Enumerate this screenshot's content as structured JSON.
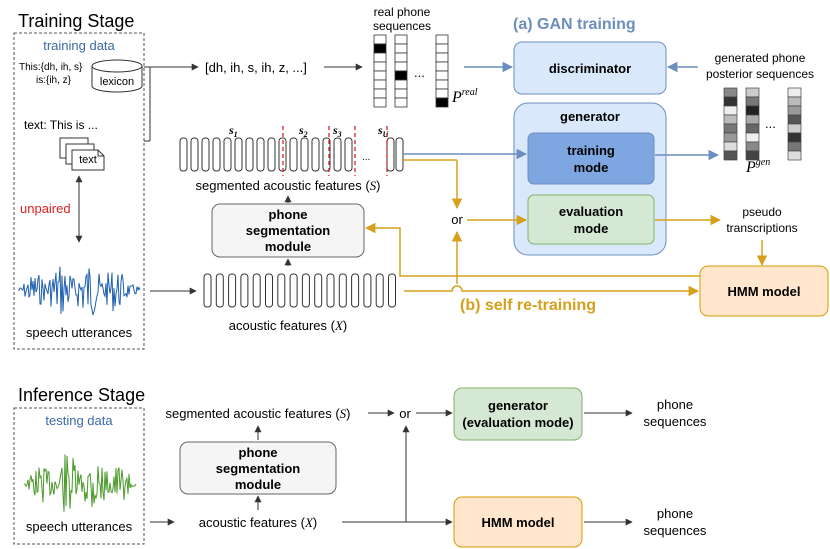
{
  "training": {
    "stage_title": "Training Stage",
    "data_label": "training data",
    "lexicon_line1": "This:{dh, ih, s}",
    "lexicon_line2": "is:{ih, z}",
    "lexicon_label": "lexicon",
    "phone_list": "[dh, ih, s, ih, z, ...]",
    "text_line": "text: This is ...",
    "doc_label": "text",
    "unpaired": "unpaired",
    "speech": "speech utterances",
    "real_title_1": "real phone",
    "real_title_2": "sequences",
    "p_real_base": "P",
    "p_real_sup": "real",
    "gan_title": "(a) GAN training",
    "discriminator": "discriminator",
    "generated_1": "generated phone",
    "generated_2": "posterior sequences",
    "p_gen_base": "P",
    "p_gen_sup": "gen",
    "generator": "generator",
    "training_mode_1": "training",
    "training_mode_2": "mode",
    "eval_mode_1": "evaluation",
    "eval_mode_2": "mode",
    "pseudo_1": "pseudo",
    "pseudo_2": "transcriptions",
    "seg_labels": [
      "s",
      "s",
      "s",
      "s"
    ],
    "seg_subs": [
      "1",
      "2",
      "3",
      "U"
    ],
    "seg_features_text": "segmented acoustic features (",
    "seg_features_var": "S",
    "seg_module_1": "phone",
    "seg_module_2": "segmentation",
    "seg_module_3": "module",
    "or": "or",
    "acoustic_text": "acoustic features (",
    "acoustic_var": "X",
    "close_paren": ")",
    "self_retrain": "(b) self re-training",
    "hmm": "HMM model",
    "ellipsis": "..."
  },
  "inference": {
    "stage_title": "Inference Stage",
    "data_label": "testing data",
    "speech": "speech utterances",
    "seg_features_text": "segmented acoustic features (",
    "seg_features_var": "S",
    "seg_module_1": "phone",
    "seg_module_2": "segmentation",
    "seg_module_3": "module",
    "acoustic_text": "acoustic features (",
    "acoustic_var": "X",
    "close_paren": ")",
    "or": "or",
    "generator_1": "generator",
    "generator_2": "(evaluation mode)",
    "hmm": "HMM model",
    "out1_1": "phone",
    "out1_2": "sequences",
    "out2_1": "phone",
    "out2_2": "sequences"
  },
  "colors": {
    "gan_blue": "#6c8ebf",
    "retrain_gold": "#d6a01c",
    "unpaired_red": "#e02020",
    "wave_blue": "#1f5fb0",
    "wave_green": "#4a9a2a"
  }
}
